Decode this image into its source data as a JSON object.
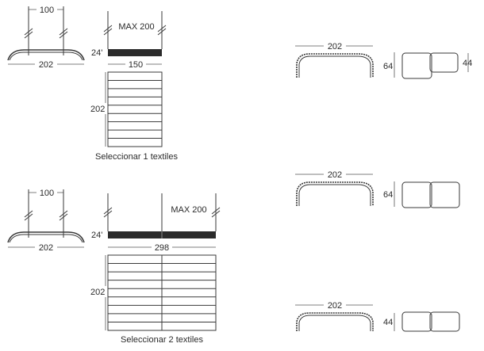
{
  "set1": {
    "hanger_spacing": "100",
    "curtain_width": "202",
    "max_label": "MAX 200",
    "heading_height": "24'",
    "panel_width": "150",
    "panel_height": "202",
    "caption": "Seleccionar 1 textiles"
  },
  "set2": {
    "hanger_spacing": "100",
    "curtain_width": "202",
    "max_label": "MAX 200",
    "heading_height": "24'",
    "panel_width": "298",
    "panel_height": "202",
    "caption": "Seleccionar 2 textiles"
  },
  "view1": {
    "width": "202",
    "depth": "64",
    "side": "44"
  },
  "view2": {
    "width": "202",
    "depth": "64"
  },
  "view3": {
    "width": "202",
    "depth": "44"
  }
}
